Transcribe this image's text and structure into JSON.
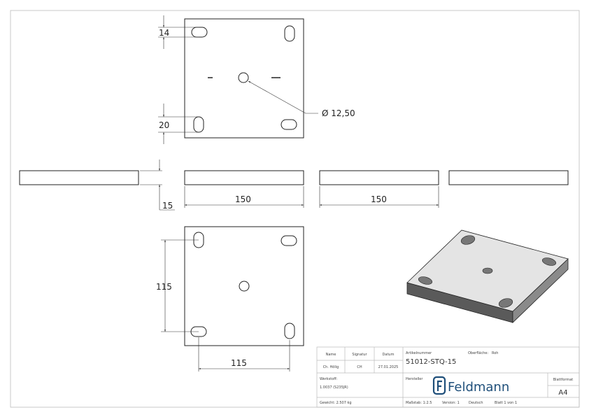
{
  "dimensions": {
    "slot_width": "14",
    "slot_length": "20",
    "hole_diameter": "Ø 12,50",
    "thickness": "15",
    "width_front": "150",
    "width_side": "150",
    "hole_spacing_vertical": "115",
    "hole_spacing_horizontal": "115"
  },
  "title_block": {
    "name_label": "Name",
    "signatur_label": "Signatur",
    "datum_label": "Datum",
    "name": "Ch. Hölig",
    "signatur": "CH",
    "datum": "27.01.2025",
    "artikelnummer_label": "Artikelnummer",
    "artikelnummer": "51012-STQ-15",
    "oberflaeche_label": "Oberfläche:",
    "oberflaeche": "Roh",
    "werkstoff_label": "Werkstoff:",
    "werkstoff": "1.0037 (S235JR)",
    "hersteller_label": "Hersteller",
    "logo_text": "Feldmann",
    "blattformat_label": "Blattformat",
    "blattformat": "A4",
    "gewicht": "Gewicht: 2.507 kg",
    "massstab": "Maßstab: 1:2.5",
    "version": "Version: 1",
    "sprache": "Deutsch",
    "blatt": "Blatt 1 von 1"
  },
  "colors": {
    "logo": "#1f4f7a",
    "plate_top": "#e4e4e4",
    "plate_front": "#5a5a5a",
    "plate_side": "#8a8a8a"
  }
}
